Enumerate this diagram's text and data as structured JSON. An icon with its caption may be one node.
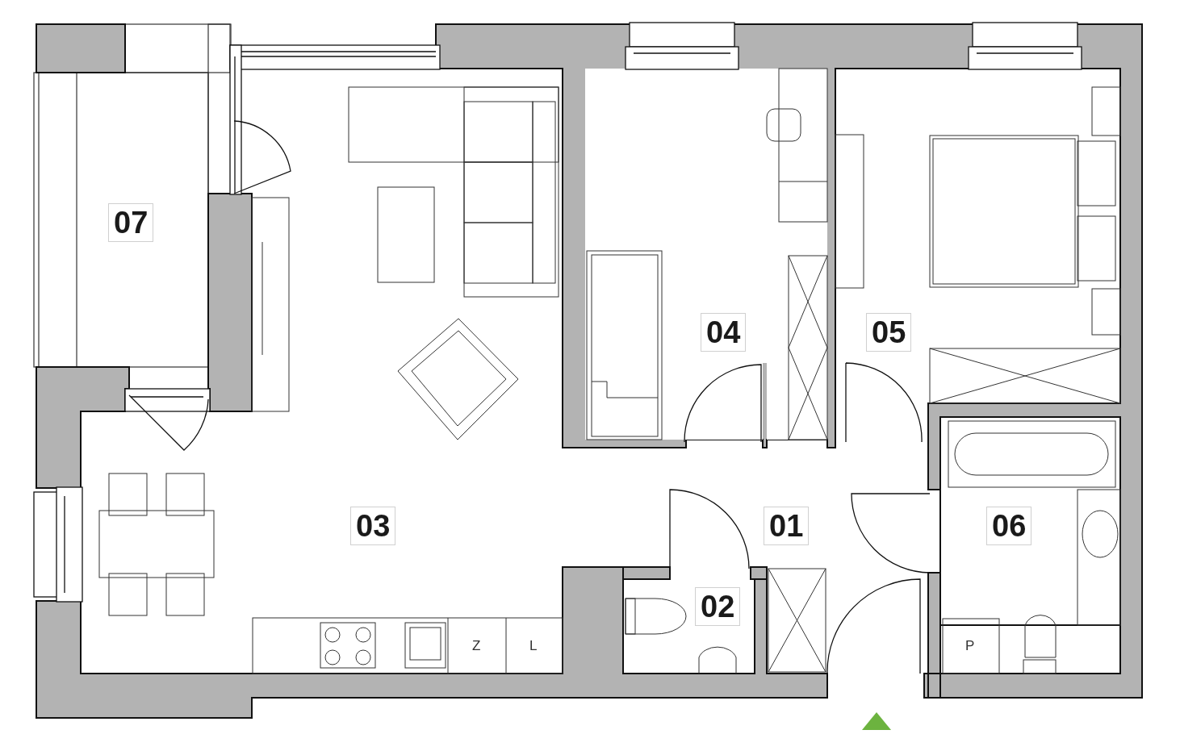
{
  "diagram": {
    "labels": [
      "07",
      "04",
      "05",
      "03",
      "01",
      "06",
      "02",
      "Z",
      "L",
      "P"
    ]
  }
}
